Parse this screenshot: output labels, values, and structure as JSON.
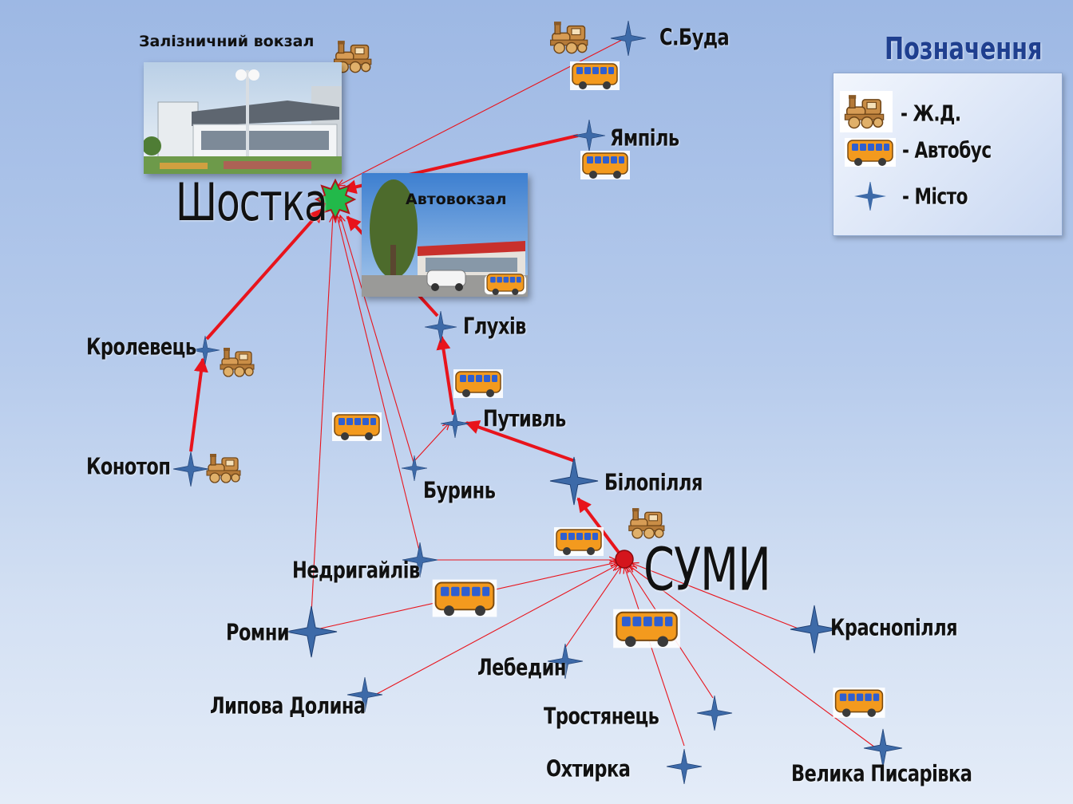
{
  "cities": {
    "shostka": "Шостка",
    "sumy": "СУМИ",
    "s_buda": "С.Буда",
    "yampil": "Ямпіль",
    "krolevets": "Кролевець",
    "glukhiv": "Глухів",
    "putyvl": "Путивль",
    "konotop": "Конотоп",
    "buryn": "Буринь",
    "bilopillia": "Білопілля",
    "nedryhailiv": "Недригайлів",
    "romny": "Ромни",
    "lebedyn": "Лебедин",
    "krasnopillia": "Краснопілля",
    "lypova_dolyna": "Липова Долина",
    "trostianets": "Тростянець",
    "okhtyrka": "Охтирка",
    "velyka_pysarivka": "Велика Писарівка"
  },
  "photos": {
    "railway_station": "Залізничний вокзал",
    "bus_station": "Автовокзал"
  },
  "legend": {
    "title": "Позначення",
    "train": "- Ж.Д.",
    "bus": "- Автобус",
    "city": "- Місто"
  },
  "colors": {
    "route": "#e8141c",
    "city_star": "#3d6aa8",
    "shostka_star": "#22b94a",
    "sumy_dot": "#d4151c",
    "bus_body": "#f39a1e",
    "bus_window": "#2f5fd0"
  },
  "icons": {
    "train": "train-icon",
    "bus": "bus-icon",
    "city": "city-star-icon"
  }
}
